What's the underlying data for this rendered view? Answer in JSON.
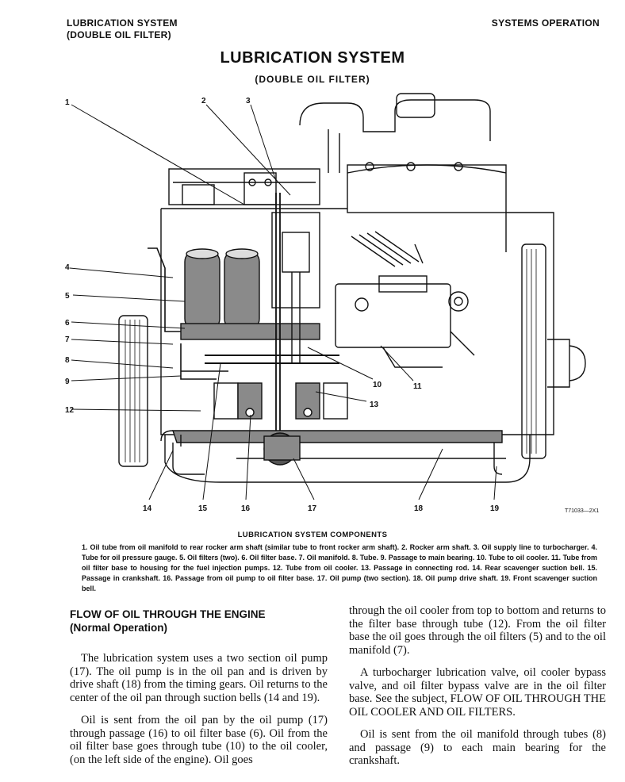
{
  "header": {
    "left_line1": "LUBRICATION SYSTEM",
    "left_line2": "(DOUBLE OIL FILTER)",
    "right": "SYSTEMS OPERATION"
  },
  "title": "LUBRICATION SYSTEM",
  "subtitle": "(DOUBLE OIL FILTER)",
  "diagram": {
    "figure_code": "T71033—2X1",
    "callouts": [
      "1",
      "2",
      "3",
      "4",
      "5",
      "6",
      "7",
      "8",
      "9",
      "10",
      "11",
      "12",
      "13",
      "14",
      "15",
      "16",
      "17",
      "18",
      "19"
    ]
  },
  "caption": {
    "title": "LUBRICATION SYSTEM COMPONENTS",
    "text": "1. Oil tube from oil manifold to rear rocker arm shaft (similar tube to front rocker arm shaft).  2. Rocker arm shaft.  3. Oil supply line to turbocharger.  4. Tube for oil pressure gauge.  5. Oil filters (two).  6. Oil filter base.  7. Oil manifold.  8. Tube.  9. Passage to main bearing.  10. Tube to oil cooler.  11. Tube from oil filter base to housing for the fuel injection pumps.  12. Tube from oil cooler.  13. Passage in connecting rod.  14. Rear scavenger suction bell.  15. Passage in crankshaft.  16. Passage from oil pump to oil filter base.  17. Oil pump (two section).  18. Oil pump drive shaft.  19. Front scavenger suction bell."
  },
  "section": {
    "heading": "FLOW OF OIL THROUGH THE ENGINE",
    "subheading": "(Normal Operation)"
  },
  "body": {
    "col1_p1": "The lubrication system uses a two section oil pump (17). The oil pump is in the oil pan and is driven by drive shaft (18) from the timing gears. Oil returns to the center of the oil pan through suction bells (14 and 19).",
    "col1_p2": "Oil is sent from the oil pan by the oil pump (17) through passage (16) to oil filter base (6). Oil from the oil filter base goes through tube (10) to the oil cooler, (on the left side of the engine). Oil goes",
    "col2_p1": "through the oil cooler from top to bottom and returns to the filter base through tube (12). From the oil filter base the oil goes through the oil filters (5) and to the oil manifold (7).",
    "col2_p2": "A turbocharger lubrication valve, oil cooler bypass valve, and oil filter bypass valve are in the oil filter base. See the subject, FLOW OF OIL THROUGH THE OIL COOLER AND OIL FILTERS.",
    "col2_p3": "Oil is sent from the oil manifold through tubes (8) and passage (9) to each main bearing for the crankshaft."
  }
}
